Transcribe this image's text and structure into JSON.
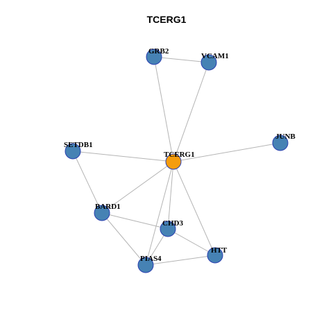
{
  "title": "TCERG1",
  "colors": {
    "center_node": "#f59d0f",
    "neighbor_node": "#4682b4",
    "node_border": "#2a3fb0",
    "edge": "#b4b4b4"
  },
  "nodes": [
    {
      "id": "TCERG1",
      "label": "TCERG1",
      "role": "center"
    },
    {
      "id": "GRB2",
      "label": "GRB2",
      "role": "neighbor"
    },
    {
      "id": "VCAM1",
      "label": "VCAM1",
      "role": "neighbor"
    },
    {
      "id": "JUNB",
      "label": "JUNB",
      "role": "neighbor"
    },
    {
      "id": "SETDB1",
      "label": "SETDB1",
      "role": "neighbor"
    },
    {
      "id": "BARD1",
      "label": "BARD1",
      "role": "neighbor"
    },
    {
      "id": "CHD3",
      "label": "CHD3",
      "role": "neighbor"
    },
    {
      "id": "HTT",
      "label": "HTT",
      "role": "neighbor"
    },
    {
      "id": "PIAS4",
      "label": "PIAS4",
      "role": "neighbor"
    }
  ],
  "edges": [
    [
      "TCERG1",
      "GRB2"
    ],
    [
      "TCERG1",
      "VCAM1"
    ],
    [
      "GRB2",
      "VCAM1"
    ],
    [
      "TCERG1",
      "JUNB"
    ],
    [
      "TCERG1",
      "SETDB1"
    ],
    [
      "TCERG1",
      "BARD1"
    ],
    [
      "TCERG1",
      "CHD3"
    ],
    [
      "TCERG1",
      "HTT"
    ],
    [
      "TCERG1",
      "PIAS4"
    ],
    [
      "SETDB1",
      "BARD1"
    ],
    [
      "BARD1",
      "CHD3"
    ],
    [
      "BARD1",
      "PIAS4"
    ],
    [
      "CHD3",
      "PIAS4"
    ],
    [
      "CHD3",
      "HTT"
    ],
    [
      "PIAS4",
      "HTT"
    ]
  ]
}
